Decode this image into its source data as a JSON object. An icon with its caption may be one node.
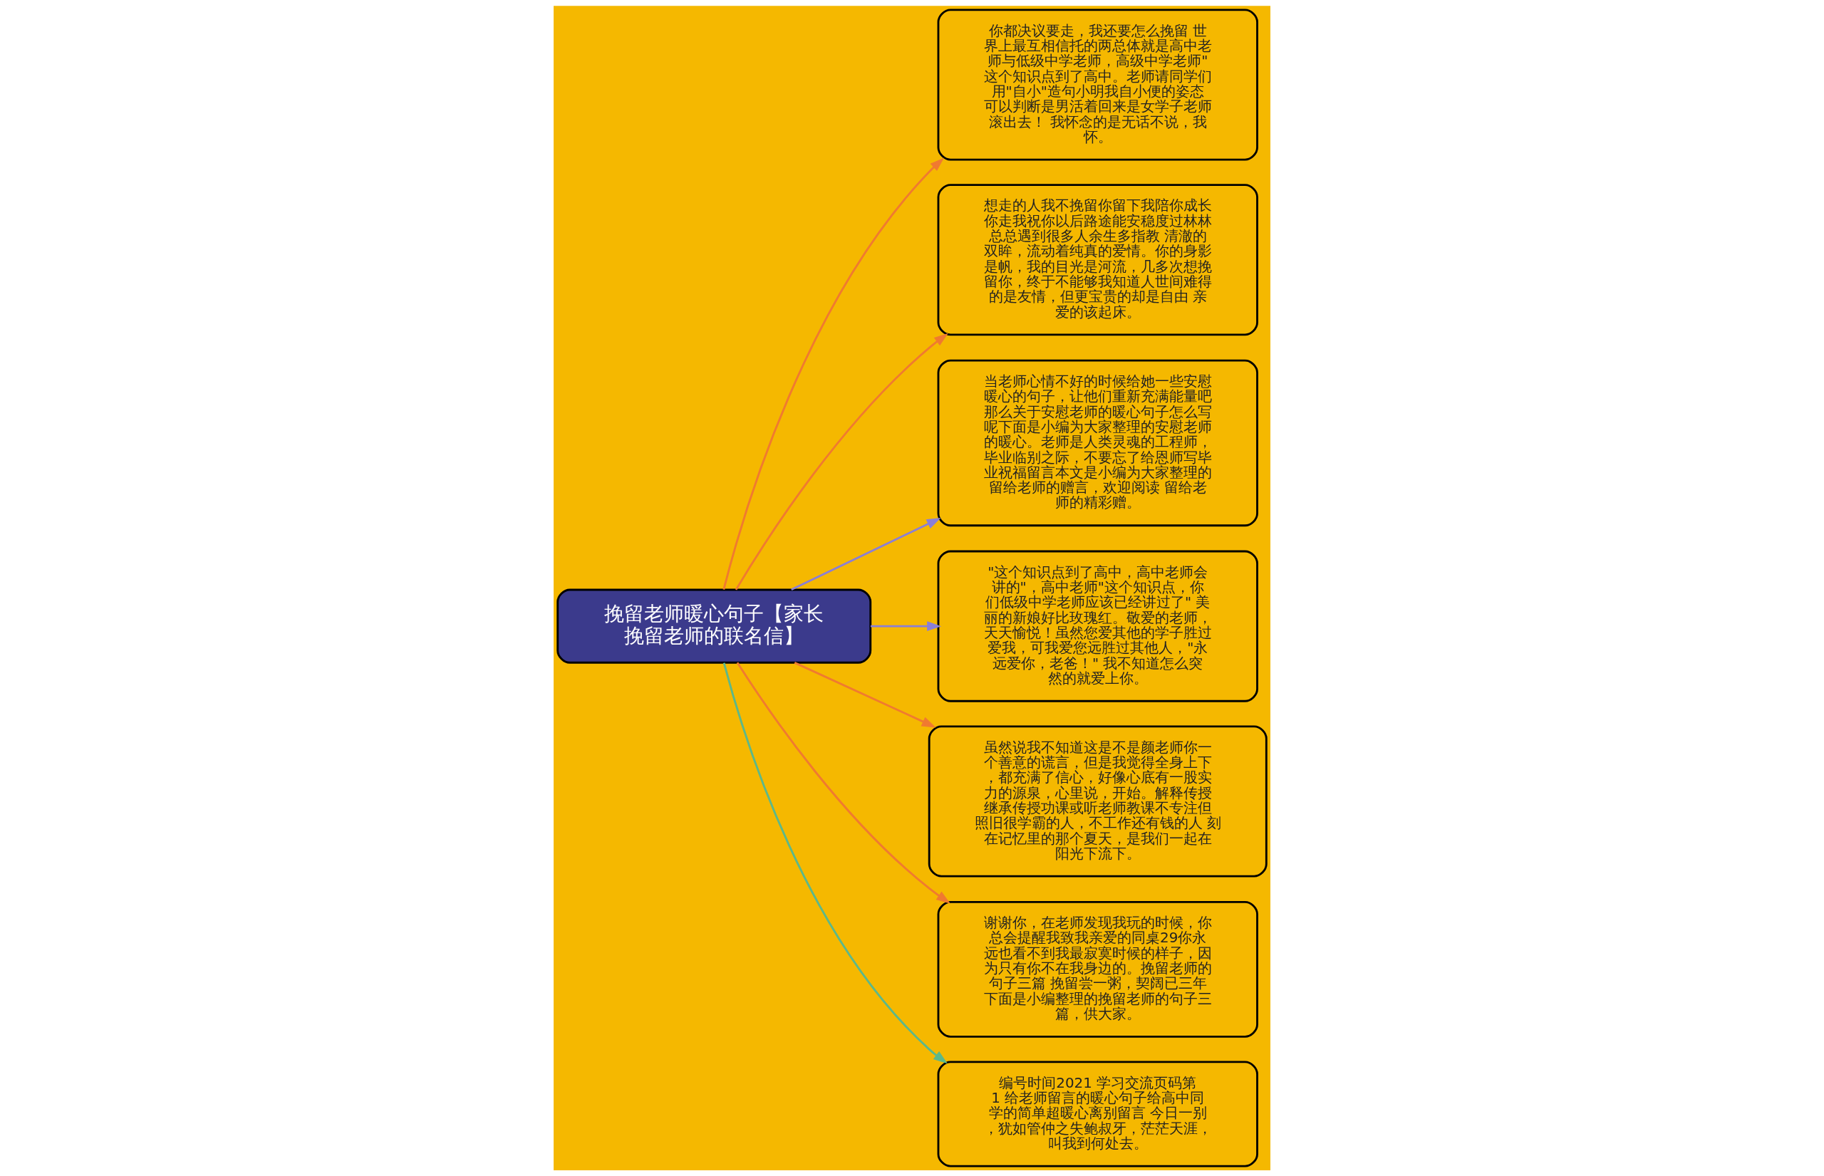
{
  "diagram": {
    "nodes": [
      {
        "text": [
          "挽留老师暖心句子【家长挽留老师的联名信】"
        ]
      },
      {
        "text": [
          "你都决议要走，我还要怎么挽留 世界上最互相信托的两总体就是高中老师与低级中学老师，高级中学老师\"这个知识点到了高中。老师请同学们用\"自小\"造句小明我自小便的姿态可以判断是男活着回来是女学子老师滚出去！ 我怀念的是无话不说，我怀。"
        ]
      },
      {
        "text": [
          "想走的人我不挽留你留下我陪你成长你走我祝你以后路途能安稳度过林林总总遇到很多人余生多指教 清澈的双眸，流动着纯真的爱情。你的身影是帆，我的目光是河流，几多次想挽留你，终于不能够我知道人世间难得的是友情，但更宝贵的却是自由 亲爱的该起床。"
        ]
      },
      {
        "text": [
          "当老师心情不好的时候给她一些安慰暖心的句子，让他们重新充满能量吧那么关于安慰老师的暖心句子怎么写呢下面是小编为大家整理的安慰老师的暖心。老师是人类灵魂的工程师，毕业临别之际，不要忘了给恩师写毕业祝福留言本文是小编为大家整理的留给老师的赠言，欢迎阅读 留给老师的精彩赠。"
        ]
      },
      {
        "text": [
          "\"这个知识点到了高中，高中老师会讲的\"，高中老师\"这个知识点，你们低级中学老师应该已经讲过了\" 美丽的新娘好比玫瑰红。敬爱的老师，天天愉悦！虽然您爱其他的学子胜过爱我，可我爱您远胜过其他人，\"永远爱你，老爸！\" 我不知道怎么突然的就爱上你。"
        ]
      },
      {
        "text": [
          "虽然说我不知道这是不是颜老师你一个善意的谎言，但是我觉得全身上下，都充满了信心，好像心底有一股实力的源泉，心里说，开始。解释传授继承传授功课或听老师教课不专注但照旧很学霸的人，不工作还有钱的人 刻在记忆里的那个夏天，是我们一起在阳光下流下。"
        ]
      },
      {
        "text": [
          "谢谢你，在老师发现我玩的时候，你总会提醒我致我亲爱的同桌29你永远也看不到我最寂寞时候的样子，因为只有你不在我身边的。挽留老师的句子三篇 挽留尝一粥，契阔已三年下面是小编整理的挽留老师的句子三篇，供大家。"
        ]
      },
      {
        "text": [
          "编号时间2021 学习交流页码第1 给老师留言的暖心句子给高中同学的简单超暖心离别留言 今日一别，犹如管仲之失鲍叔牙，茫茫天涯，叫我到何处去。"
        ]
      }
    ],
    "edges": [
      {
        "from": 0,
        "to": 1,
        "arrow": "to",
        "color": "#f07a30"
      },
      {
        "from": 0,
        "to": 2,
        "arrow": "to",
        "color": "#f07a30"
      },
      {
        "from": 0,
        "to": 3,
        "arrow": "to",
        "color": "#8b7fd6"
      },
      {
        "from": 0,
        "to": 4,
        "arrow": "to",
        "color": "#8b7fd6"
      },
      {
        "from": 0,
        "to": 5,
        "arrow": "to",
        "color": "#f07a30"
      },
      {
        "from": 0,
        "to": 6,
        "arrow": "to",
        "color": "#f07a30"
      },
      {
        "from": 0,
        "to": 7,
        "arrow": "to",
        "color": "#5cb88a"
      }
    ]
  }
}
